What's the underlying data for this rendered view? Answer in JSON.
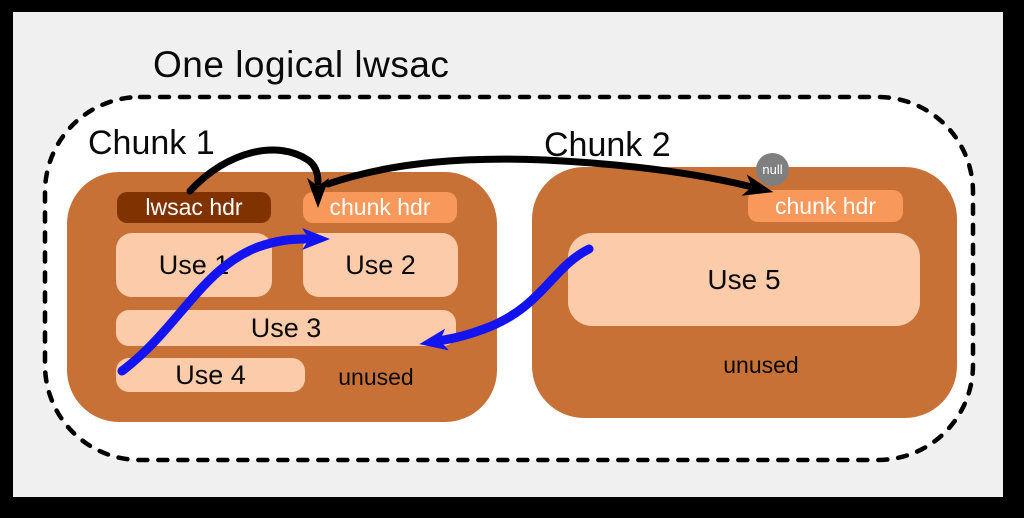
{
  "title": "One logical lwsac",
  "chunks": [
    {
      "label": "Chunk 1",
      "header_left": "lwsac hdr",
      "header_right": "chunk hdr",
      "uses": [
        "Use 1",
        "Use 2",
        "Use 3",
        "Use 4"
      ],
      "unused_label": "unused"
    },
    {
      "label": "Chunk 2",
      "header_right": "chunk hdr",
      "uses": [
        "Use 5"
      ],
      "unused_label": "unused"
    }
  ],
  "null_badge": "null",
  "arrows": [
    {
      "name": "lwsac-hdr-to-chunk1-hdr",
      "color": "#000000"
    },
    {
      "name": "chunk1-hdr-to-chunk2-hdr",
      "color": "#000000"
    },
    {
      "name": "use4-to-use2",
      "color": "#1414f0"
    },
    {
      "name": "use5-to-use3",
      "color": "#1414f0"
    }
  ],
  "colors": {
    "outer_background": "#000000",
    "canvas_background": "#f0f0f0",
    "lwsac_region_fill": "#ffffff",
    "lwsac_region_border": "#000000",
    "chunk_body": "#c87137",
    "lwsac_header": "#803300",
    "chunk_header": "#f8985a",
    "use_box": "#fccbaa",
    "null_circle": "#7f7f7f",
    "arrow_black": "#000000",
    "arrow_blue": "#1414f0"
  }
}
